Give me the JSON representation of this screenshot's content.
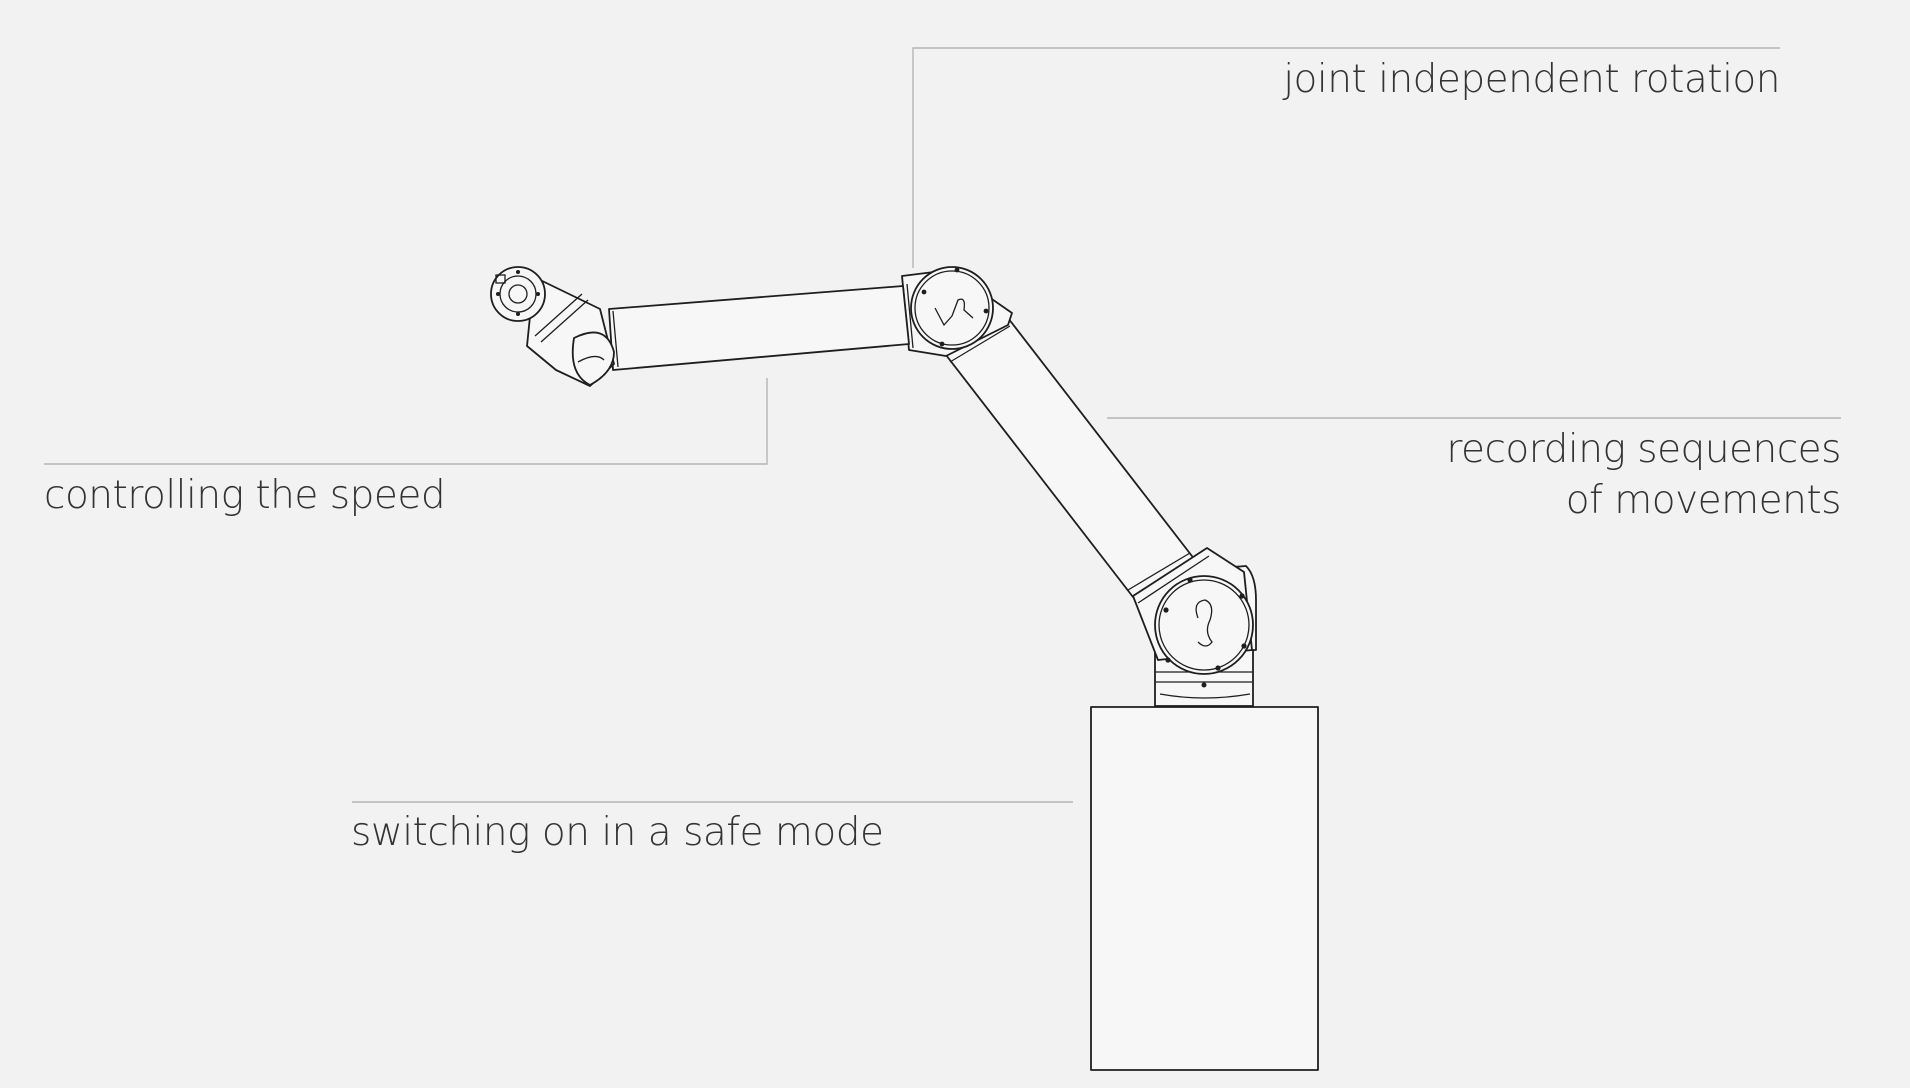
{
  "callouts": {
    "joint_rotation": "joint independent rotation",
    "speed": "controlling the speed",
    "recording_line1": "recording sequences",
    "recording_line2": "of movements",
    "safe_mode": "switching on in a safe mode"
  },
  "icons": {
    "robot_arm": "robot-arm-icon",
    "pedestal": "pedestal-icon"
  },
  "colors": {
    "background": "#f2f2f2",
    "leader_line": "#b5b5b5",
    "outline": "#1e1e1e",
    "text": "#333333"
  }
}
